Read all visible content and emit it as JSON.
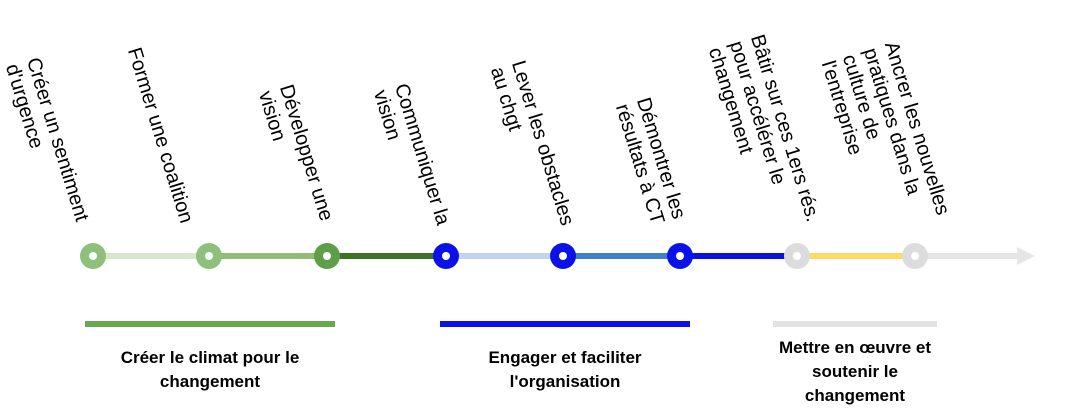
{
  "steps": [
    {
      "lines": [
        "Créer un sentiment",
        "d'urgence"
      ],
      "node_color": "#8dc07a",
      "segment_color": "#d4e8cc"
    },
    {
      "lines": [
        "Former une coalition"
      ],
      "node_color": "#8dc07a",
      "segment_color": "#93bd72"
    },
    {
      "lines": [
        "Développer une",
        "vision"
      ],
      "node_color": "#5f9e48",
      "segment_color": "#3b7325"
    },
    {
      "lines": [
        "Communiquer la",
        "vision"
      ],
      "node_color": "#0a12e8",
      "segment_color": "#c2d3f4"
    },
    {
      "lines": [
        "Lever les obstacles",
        "au chgt"
      ],
      "node_color": "#0a12e8",
      "segment_color": "#3f81c8"
    },
    {
      "lines": [
        "Démontrer les",
        "résultats à CT"
      ],
      "node_color": "#0a12e8",
      "segment_color": "#0a12e8"
    },
    {
      "lines": [
        "Bâtir sur ces 1ers rés.",
        "pour accélérer le",
        "changement"
      ],
      "node_color": "#dcdcdc",
      "segment_color": "#ffd966"
    },
    {
      "lines": [
        "Ancrer les nouvelles",
        "pratiques dans la",
        "culture de",
        "l'entreprise"
      ],
      "node_color": "#dcdcdc",
      "segment_color": "#e6e6e6"
    }
  ],
  "phases": [
    {
      "lines": [
        "Créer le climat pour le",
        "changement"
      ],
      "color": "#6aa84f"
    },
    {
      "lines": [
        "Engager et faciliter",
        "l'organisation"
      ],
      "color": "#0a12e8"
    },
    {
      "lines": [
        "Mettre en œuvre et",
        "soutenir le",
        "changement"
      ],
      "color": "#e3e3e3"
    }
  ],
  "arrow_color": "#e6e6e6"
}
